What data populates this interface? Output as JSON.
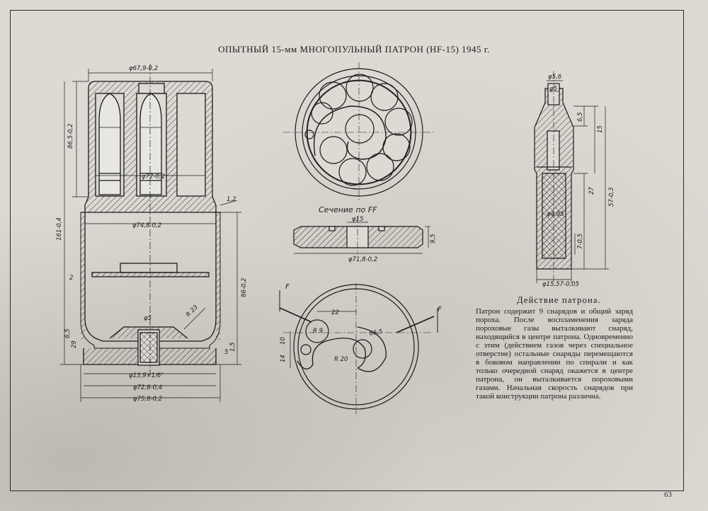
{
  "title": "ОПЫТНЫЙ 15-мм МНОГОПУЛЬНЫЙ ПАТРОН (НF-15) 1945 г.",
  "section_label": "Сечение по FF",
  "operation": {
    "heading": "Действие патрона.",
    "text": "Патрон содержит 9 снарядов и общий заряд пороха. После воспламенения заряда пороховые газы выталкивают снаряд, находящийся в центре патрона. Одновременно с этим (действием газов через специальное отверстие) остальные снаряды перемещаются в боковом направлении по спирали и как только очередной снаряд окажется в центре патрона, он выталкивается пороховыми газами. Начальная скорость снарядов при такой конструкции патрона различна."
  },
  "page_number": "63",
  "dimensions": {
    "main_top_dia": "φ67,9-0,2",
    "main_height_upper": "86,5-0,2",
    "main_total_height": "161-0,4",
    "main_inner_dia": "φ72-0,2",
    "main_mid_dia": "φ74,8-0,2",
    "main_lower_height": "86-0,2",
    "main_thread": "φ13,9×1/6\"",
    "main_bottom_dia": "φ72,6-0,4",
    "main_base_dia": "φ75,8-0,2",
    "main_hole": "φ5",
    "main_radius": "R 23",
    "main_wall": "1,2",
    "main_left_2": "2",
    "main_left_29": "29",
    "main_left_65": "6,5",
    "main_right_5": "5",
    "main_right_15": "1,5",
    "disk_hole": "φ15",
    "disk_dia": "φ71,8-0,2",
    "disk_thickness": "9,5",
    "bottom_22": "22",
    "bottom_r20": "R 20",
    "bottom_r9": "R 9",
    "bottom_66": "66,5",
    "bottom_10": "10",
    "bottom_14": "14",
    "bottom_f_left": "F",
    "bottom_f_right": "F",
    "proj_top_dia": "φ5,6",
    "proj_inner": "φ5",
    "proj_65": "6,5",
    "proj_15": "15",
    "proj_27": "27",
    "proj_57": "57-0,3",
    "proj_core": "φ4,95",
    "proj_7": "7-0,5",
    "proj_base_dia": "φ15,57-0,05"
  }
}
